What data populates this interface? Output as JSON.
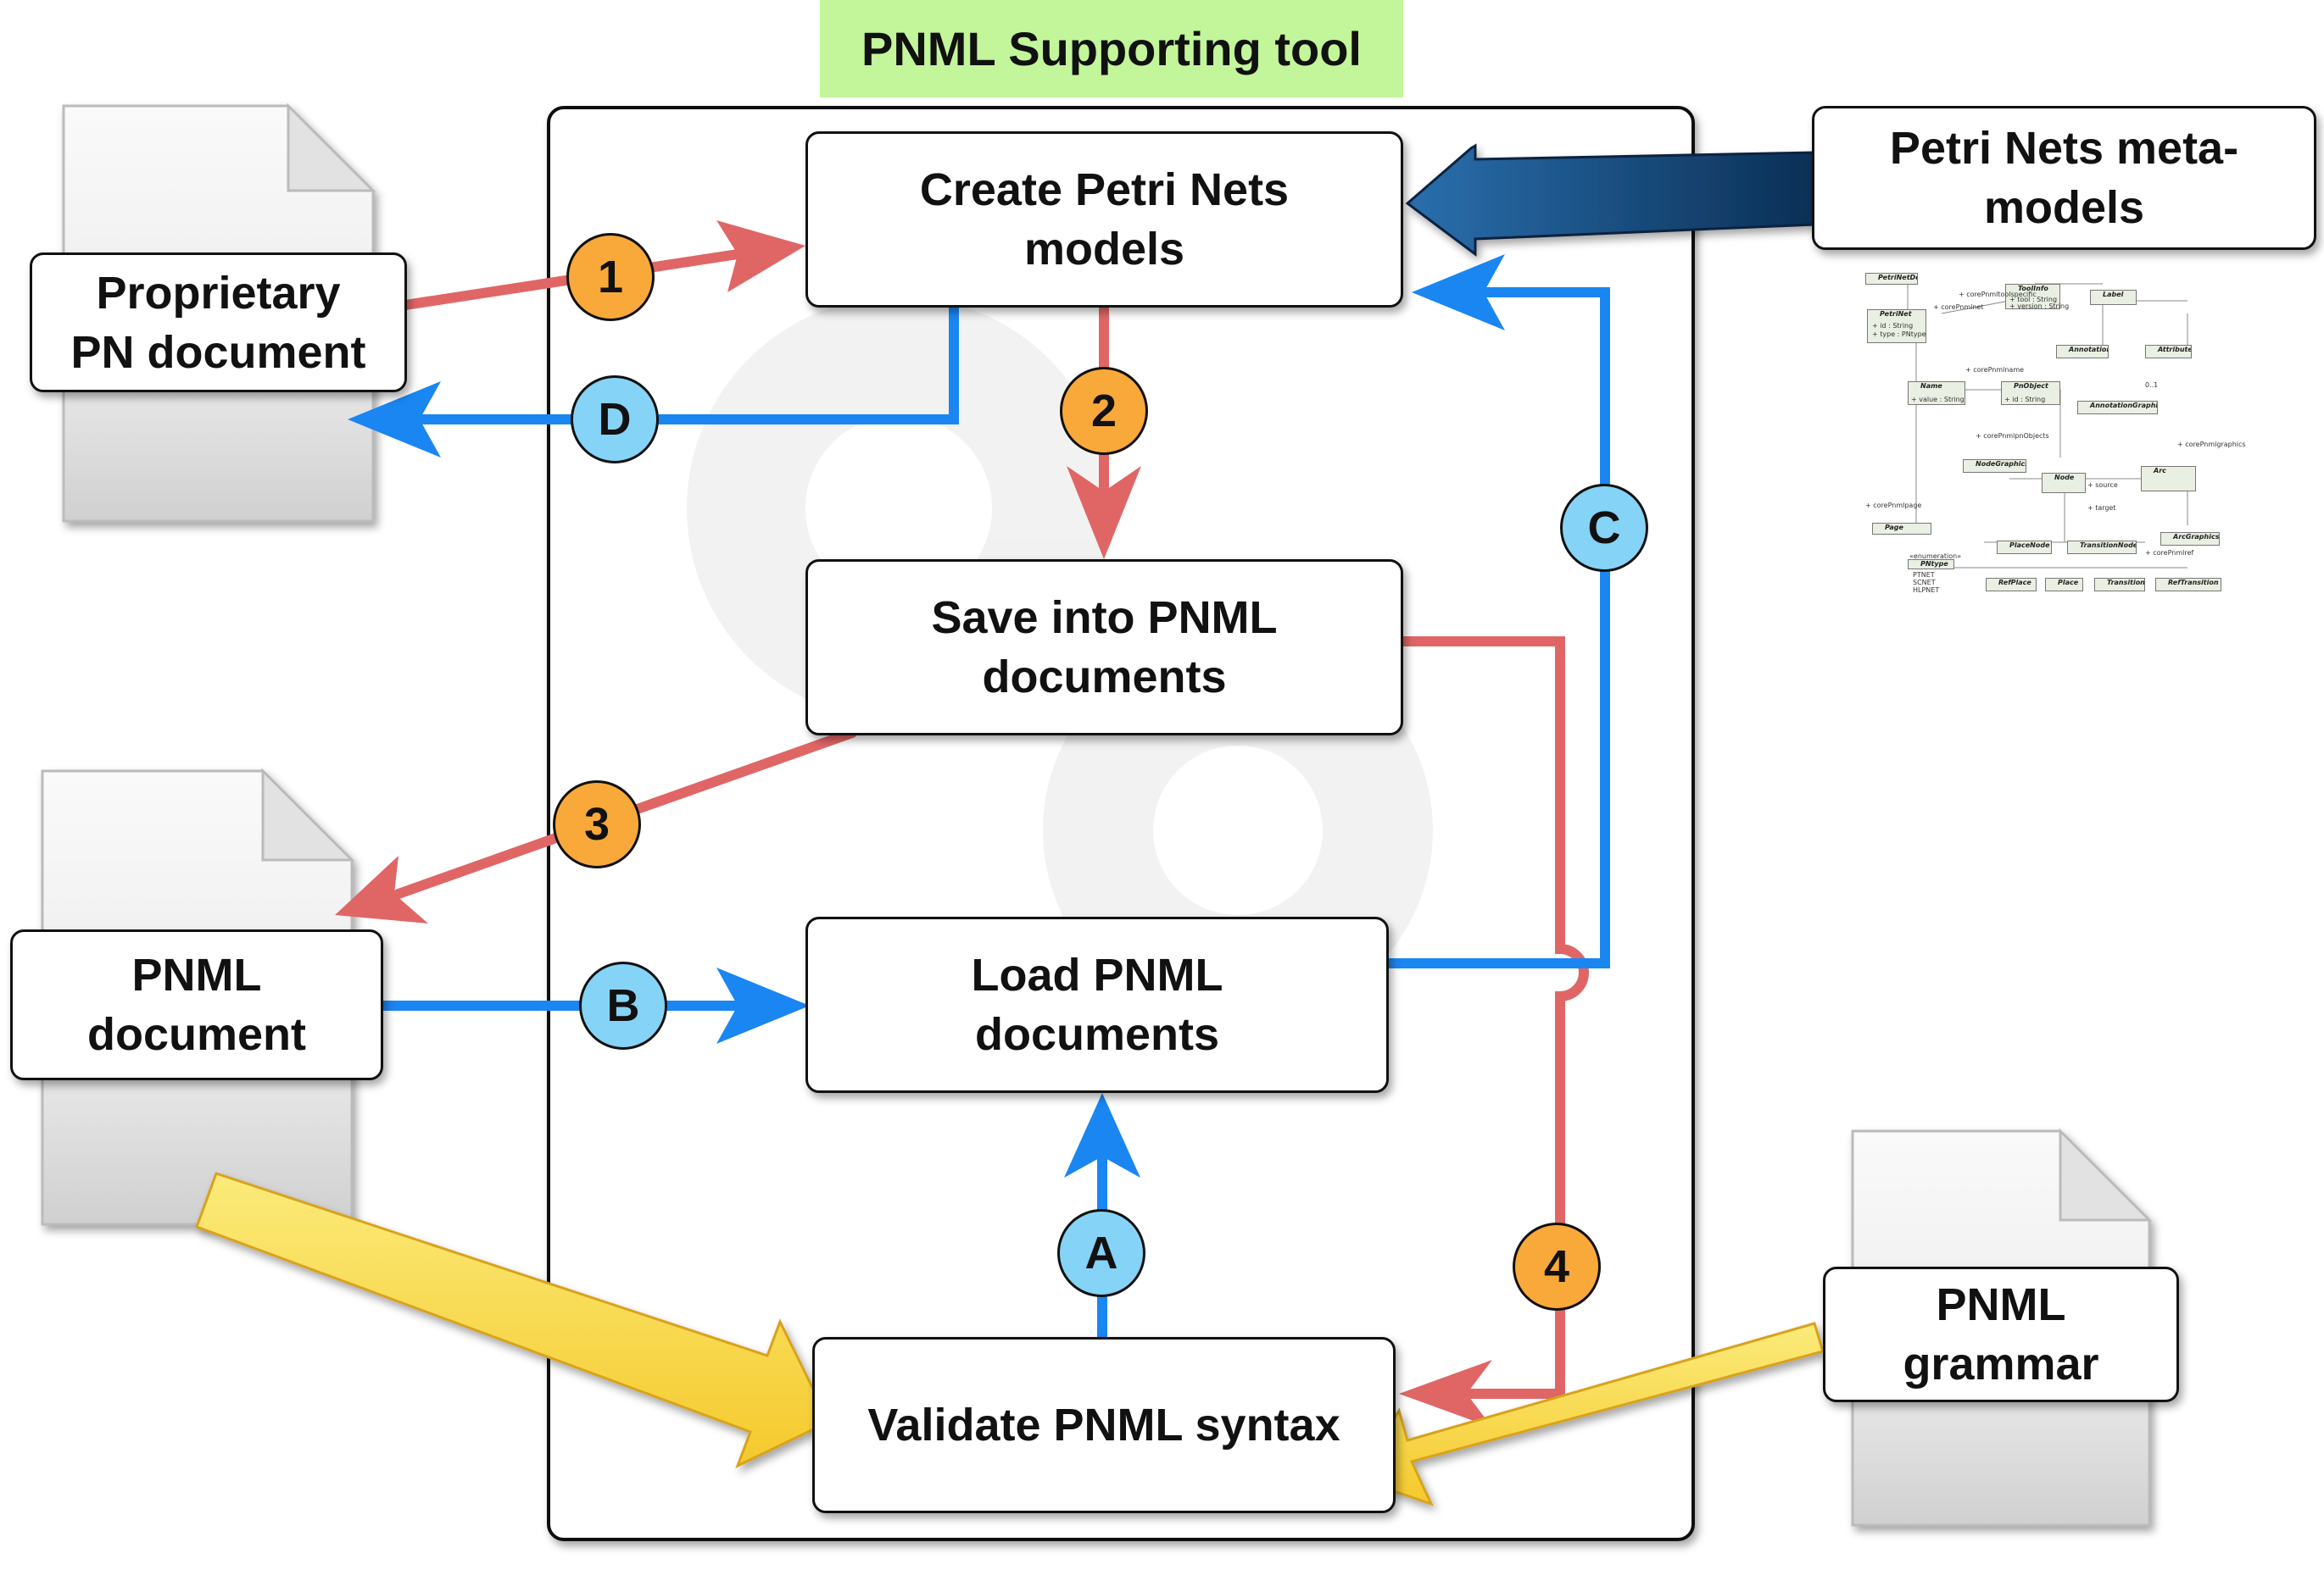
{
  "title": "PNML Supporting tool",
  "operations": {
    "create": "Create Petri Nets\nmodels",
    "save": "Save into PNML\ndocuments",
    "load": "Load PNML\ndocuments",
    "validate": "Validate PNML syntax"
  },
  "documents": {
    "proprietary": "Proprietary\nPN document",
    "pnml_document": "PNML\ndocument",
    "metamodels": "Petri Nets meta-\nmodels",
    "grammar": "PNML\ngrammar"
  },
  "steps": [
    {
      "label": "1",
      "color": "#f9a93a"
    },
    {
      "label": "2",
      "color": "#f9a93a"
    },
    {
      "label": "3",
      "color": "#f9a93a"
    },
    {
      "label": "4",
      "color": "#f9a93a"
    }
  ],
  "flows": [
    {
      "label": "A",
      "color": "#85d3f7"
    },
    {
      "label": "B",
      "color": "#85d3f7"
    },
    {
      "label": "C",
      "color": "#85d3f7"
    },
    {
      "label": "D",
      "color": "#85d3f7"
    }
  ],
  "colors": {
    "red_arrow": "#e06666",
    "blue_arrow": "#1a86f2",
    "yellow_arrow": "#f8d94a",
    "title_band": "#c3f59a",
    "metamodel_arrow": "#0d3a66"
  },
  "metamodel_diagram": {
    "classes": [
      "PetriNetDoc",
      "PetriNet",
      "ToolInfo",
      "Label",
      "Annotation",
      "Attribute",
      "Name",
      "PnObject",
      "AnnotationGraphics",
      "NodeGraphics",
      "Node",
      "Arc",
      "Page",
      "PlaceNode",
      "TransitionNode",
      "ArcGraphics",
      "PNtype",
      "RefPlace",
      "Place",
      "Transition",
      "RefTransition"
    ],
    "labels": [
      "+ corePnmlnet",
      "+ corePnmltoolspecific",
      "+ id : String",
      "+ type : PNtype",
      "+ tool : String",
      "+ version : String",
      "+ corePnmlname",
      "+ value : String",
      "+ id : String",
      "0..1",
      "+ corePnmlgraphics",
      "+ corePnmlpnObjects",
      "+ source",
      "+ target",
      "+ corePnmlpage",
      "+ corePnmlref",
      "«enumeration»",
      "PTNET",
      "SCNET",
      "HLPNET"
    ]
  }
}
